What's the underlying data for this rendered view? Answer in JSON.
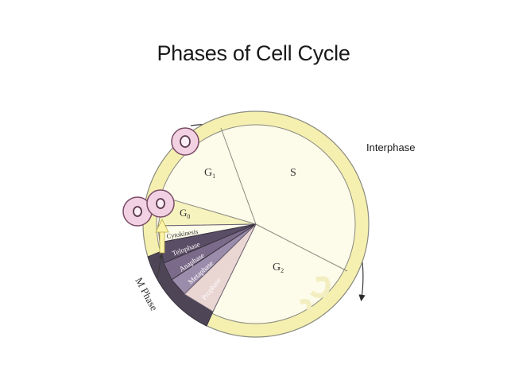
{
  "slide": {
    "title": "Phases of Cell Cycle"
  },
  "diagram": {
    "interphase_label": "Interphase",
    "m_phase_label": "M Phase",
    "phases": {
      "g1": "G",
      "g1_sub": "1",
      "s": "S",
      "g2": "G",
      "g2_sub": "2",
      "g0": "G",
      "g0_sub": "0",
      "cytokinesis": "Cytokinesis",
      "telophase": "Telophase",
      "anaphase": "Anaphase",
      "metaphase": "Metaphase",
      "prophase": "Prophase"
    },
    "colors": {
      "ring": "#f5f0b0",
      "ring_stroke": "#8a8a80",
      "interior": "#fdfbea",
      "g0_band": "#f6f3bf",
      "telophase": "#5a4d66",
      "anaphase": "#7c6a8a",
      "metaphase": "#9c8cab",
      "prophase": "#e9d5d2",
      "m_outer": "#4e4656",
      "cell_fill": "#f2d2e2",
      "cell_stroke": "#7a4a66"
    }
  }
}
